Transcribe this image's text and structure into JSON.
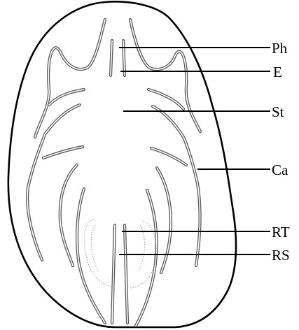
{
  "labels": {
    "ph": "Ph",
    "e": "E",
    "st": "St",
    "ca": "Ca",
    "rt": "RT",
    "rs": "RS"
  }
}
